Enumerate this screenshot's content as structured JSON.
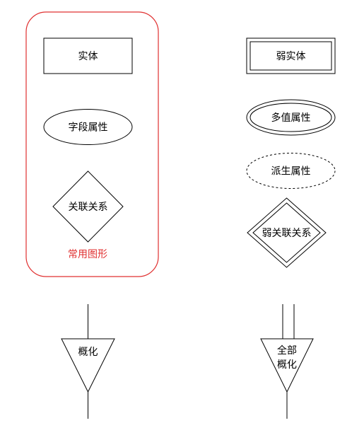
{
  "colors": {
    "stroke": "#000000",
    "group_border": "#e03030",
    "group_caption": "#e03030",
    "background": "#ffffff"
  },
  "group": {
    "caption": "常用图形"
  },
  "shapes": {
    "entity": "实体",
    "attribute": "字段属性",
    "relationship": "关联关系",
    "weak_entity": "弱实体",
    "multivalued_attribute": "多值属性",
    "derived_attribute": "派生属性",
    "weak_relationship": "弱关联关系",
    "generalization": "概化",
    "total_generalization_line1": "全部",
    "total_generalization_line2": "概化"
  }
}
